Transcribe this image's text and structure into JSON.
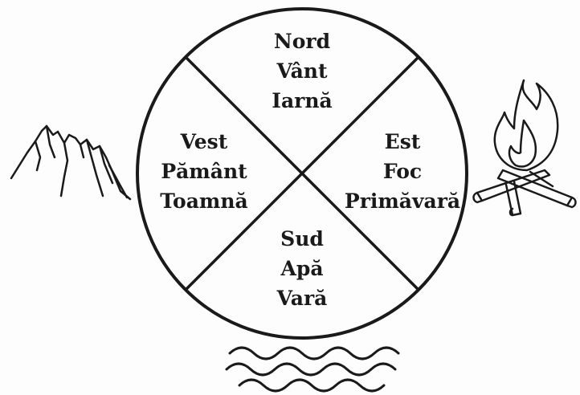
{
  "diagram": {
    "quadrants": {
      "north": {
        "lines": [
          "Nord",
          "Vânt",
          "Iarnă"
        ]
      },
      "west": {
        "lines": [
          "Vest",
          "Pământ",
          "Toamnă"
        ]
      },
      "east": {
        "lines": [
          "Est",
          "Foc",
          "Primăvară"
        ]
      },
      "south": {
        "lines": [
          "Sud",
          "Apă",
          "Vară"
        ]
      }
    },
    "icons": {
      "west": "mountain-icon",
      "east": "campfire-icon",
      "south": "water-waves-icon"
    },
    "stroke_color": "#1a1a1a"
  }
}
